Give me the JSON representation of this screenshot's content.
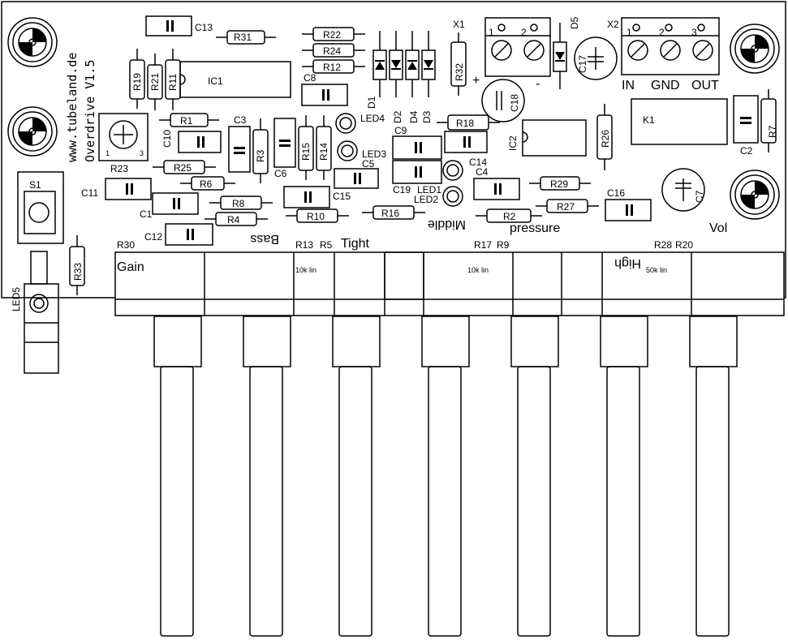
{
  "board": {
    "website": "www.tubeland.de",
    "product": "Overdrive V1.5"
  },
  "connectors": {
    "x1": {
      "ref": "X1",
      "pins": [
        "1",
        "2"
      ],
      "plus": "+",
      "minus": "-"
    },
    "x2": {
      "ref": "X2",
      "pins": [
        "1",
        "2",
        "3"
      ],
      "labels": [
        "IN",
        "GND",
        "OUT"
      ]
    }
  },
  "pot_labels": {
    "gain": "Gain",
    "bass": "Bass",
    "tight": "Tight",
    "middle": "Middle",
    "pressure": "pressure",
    "high": "High",
    "vol": "Vol"
  },
  "pot_values": {
    "v1": "10k lin",
    "v2": "10k lin",
    "v3": "50k lin"
  },
  "pot_refs": {
    "r30": "R30",
    "r13": "R13",
    "r5": "R5",
    "r17": "R17",
    "r9": "R9",
    "r28": "R28",
    "r20": "R20"
  },
  "resistors": {
    "r31": "R31",
    "r22": "R22",
    "r24": "R24",
    "r12": "R12",
    "r19": "R19",
    "r21": "R21",
    "r11": "R11",
    "r32": "R32",
    "r1": "R1",
    "r25": "R25",
    "r6": "R6",
    "r8": "R8",
    "r4": "R4",
    "r3": "R3",
    "r15": "R15",
    "r14": "R14",
    "r10": "R10",
    "r16": "R16",
    "r18": "R18",
    "r26": "R26",
    "r29": "R29",
    "r27": "R27",
    "r2": "R2",
    "r7": "R7",
    "r23": "R23",
    "r33": "R33"
  },
  "capacitors": {
    "c13": "C13",
    "c8": "C8",
    "c10": "C10",
    "c3": "C3",
    "c6": "C6",
    "c5": "C5",
    "c15": "C15",
    "c9": "C9",
    "c19": "C19",
    "c14": "C14",
    "c4": "C4",
    "c11": "C11",
    "c1": "C1",
    "c12": "C12",
    "c16": "C16",
    "c17": "C17",
    "c18": "C18",
    "c7": "C7",
    "c2": "C2"
  },
  "semis": {
    "ic1": "IC1",
    "ic2": "IC2",
    "k1": "K1",
    "s1": "S1",
    "d1": "D1",
    "d2": "D2",
    "d3": "D3",
    "d4": "D4",
    "d5": "D5",
    "led1": "LED1",
    "led2": "LED2",
    "led3": "LED3",
    "led4": "LED4",
    "led5": "LED5"
  },
  "trimmer_pins": {
    "p1": "1",
    "p3": "3"
  }
}
